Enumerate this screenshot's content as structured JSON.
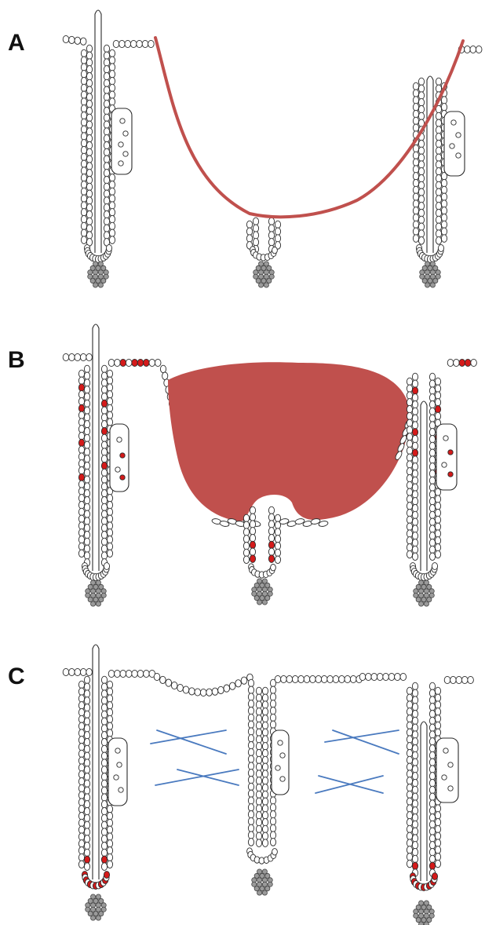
{
  "panels": [
    {
      "id": "a",
      "label": "A"
    },
    {
      "id": "b",
      "label": "B"
    },
    {
      "id": "c",
      "label": "C"
    }
  ],
  "colors": {
    "outline": "#2a2a2a",
    "wound": "#c0504d",
    "stem_cell": "#d41a1a",
    "fibers": "#4a7abf",
    "papilla": "#9a9a9a"
  }
}
